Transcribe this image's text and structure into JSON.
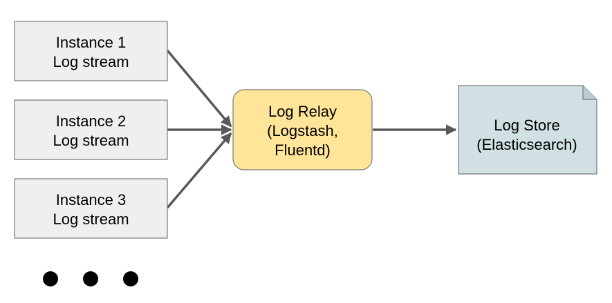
{
  "diagram": {
    "instances": [
      {
        "line1": "Instance 1",
        "line2": "Log stream"
      },
      {
        "line1": "Instance 2",
        "line2": "Log stream"
      },
      {
        "line1": "Instance 3",
        "line2": "Log stream"
      }
    ],
    "relay": {
      "line1": "Log Relay",
      "line2": "(Logstash,",
      "line3": "Fluentd)"
    },
    "store": {
      "line1": "Log Store",
      "line2": "(Elasticsearch)"
    },
    "colors": {
      "instance_fill": "#efefef",
      "instance_stroke": "#7a7a7a",
      "relay_fill": "#ffe599",
      "relay_stroke": "#7a7a7a",
      "store_fill": "#d0e0e3",
      "store_stroke": "#7a7a7a",
      "arrow": "#595959",
      "dots": "#000000"
    }
  }
}
